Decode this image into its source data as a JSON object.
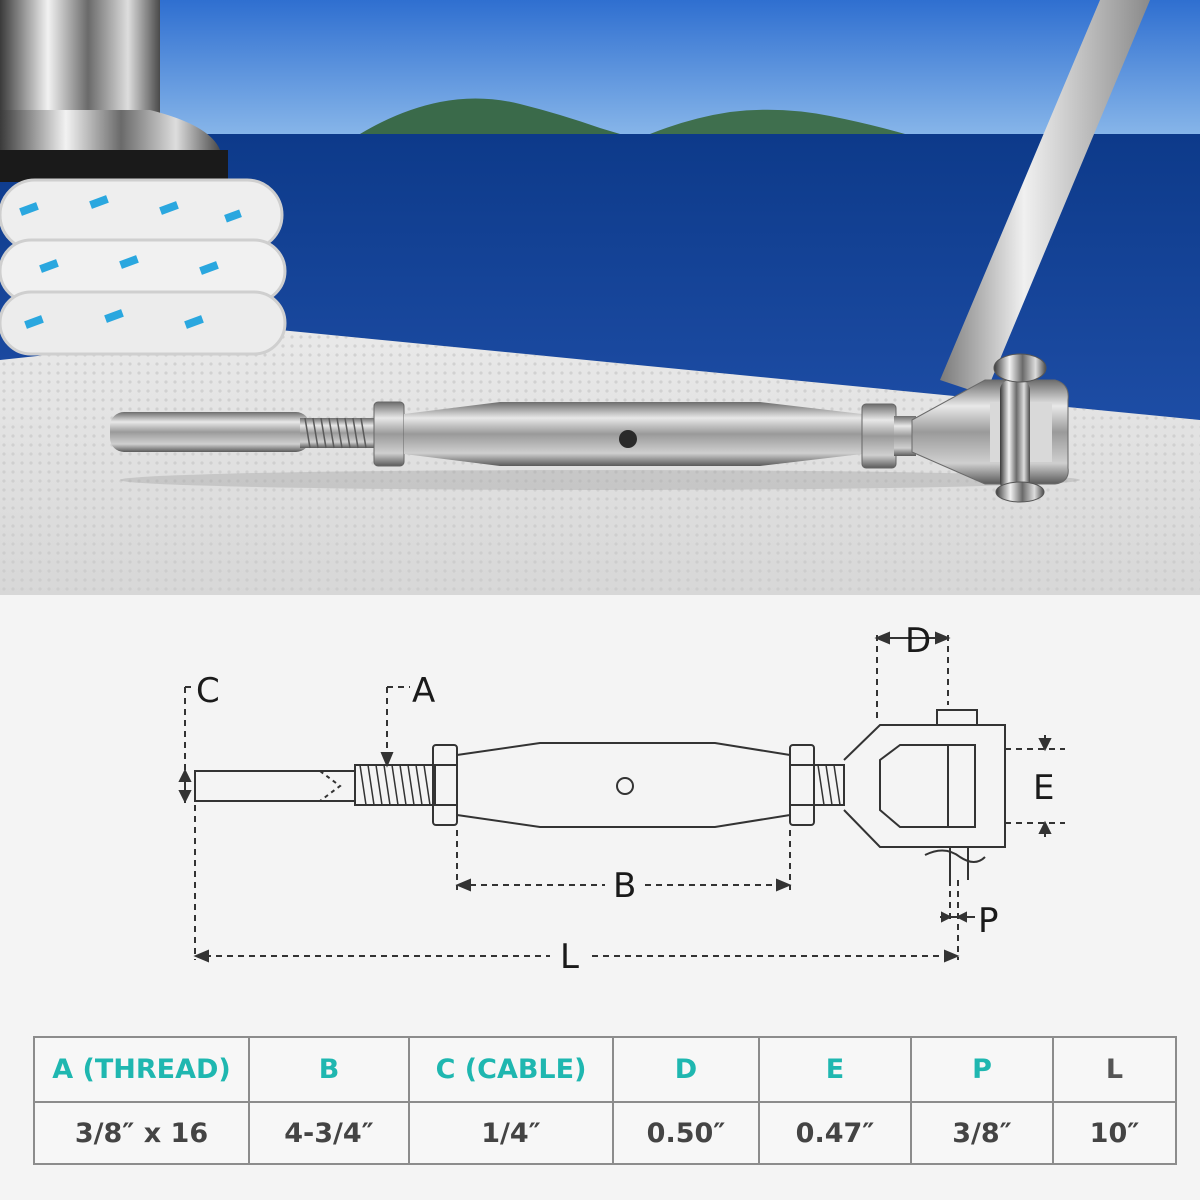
{
  "diagram": {
    "labels": {
      "a": "A",
      "b": "B",
      "c": "C",
      "d": "D",
      "e": "E",
      "p": "P",
      "l": "L"
    }
  },
  "spec_table": {
    "headers": [
      "A (THREAD)",
      "B",
      "C (CABLE)",
      "D",
      "E",
      "P",
      "L"
    ],
    "values": [
      "3/8″ x 16",
      "4-3/4″",
      "1/4″",
      "0.50″",
      "0.47″",
      "3/8″",
      "10″"
    ],
    "header_accent": "#1fb7b0",
    "header_dark": "#555555"
  }
}
